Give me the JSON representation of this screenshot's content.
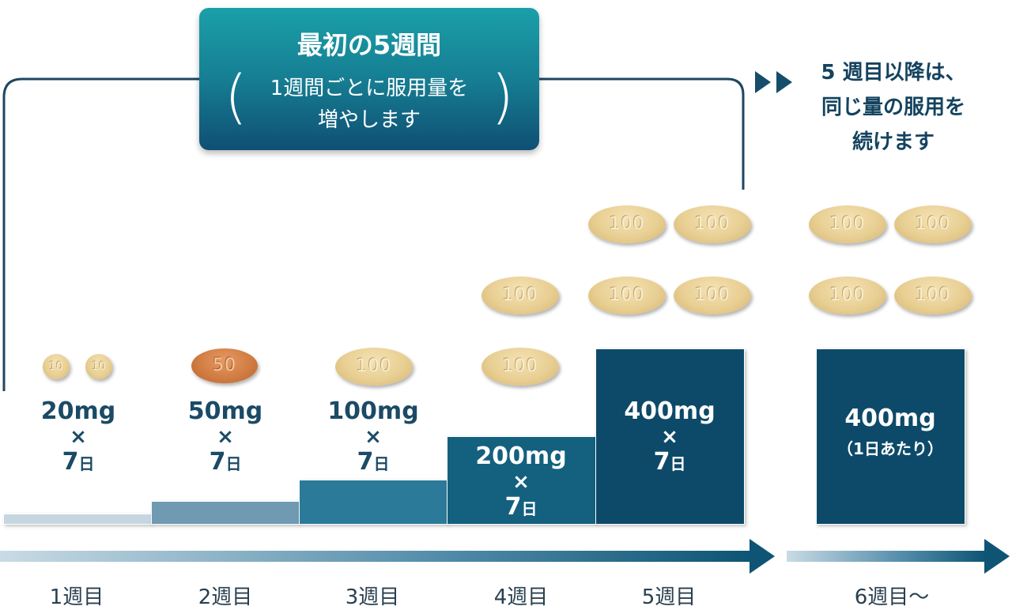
{
  "header": {
    "title": "最初の5週間",
    "subtitle_line1": "1週間ごとに服用量を",
    "subtitle_line2": "増やします"
  },
  "note": {
    "line1": "5 週目以降は、",
    "line2": "同じ量の服用を",
    "line3": "続けます"
  },
  "steps": [
    {
      "dose": "20mg",
      "times": "×",
      "days_num": "7",
      "days_unit": "日",
      "level": 20
    },
    {
      "dose": "50mg",
      "times": "×",
      "days_num": "7",
      "days_unit": "日",
      "level": 50
    },
    {
      "dose": "100mg",
      "times": "×",
      "days_num": "7",
      "days_unit": "日",
      "level": 100
    },
    {
      "dose": "200mg",
      "times": "×",
      "days_num": "7",
      "days_unit": "日",
      "level": 200
    },
    {
      "dose": "400mg",
      "times": "×",
      "days_num": "7",
      "days_unit": "日",
      "level": 400
    }
  ],
  "maintenance": {
    "dose": "400mg",
    "per_day": "（1日あたり）",
    "level": 400
  },
  "pills": {
    "p10": "10",
    "p50": "50",
    "p100": "100"
  },
  "weeks": [
    "1週目",
    "2週目",
    "3週目",
    "4週目",
    "5週目",
    "6週目～"
  ],
  "colors": {
    "step1": "#c5d6e0",
    "step2": "#6f9ab2",
    "step3": "#2b7a99",
    "step4": "#14607f",
    "step5": "#0d4a69",
    "dark_text": "#1b4a66",
    "pill_yellow": "#e8cf93",
    "pill_orange": "#cf7a40"
  }
}
